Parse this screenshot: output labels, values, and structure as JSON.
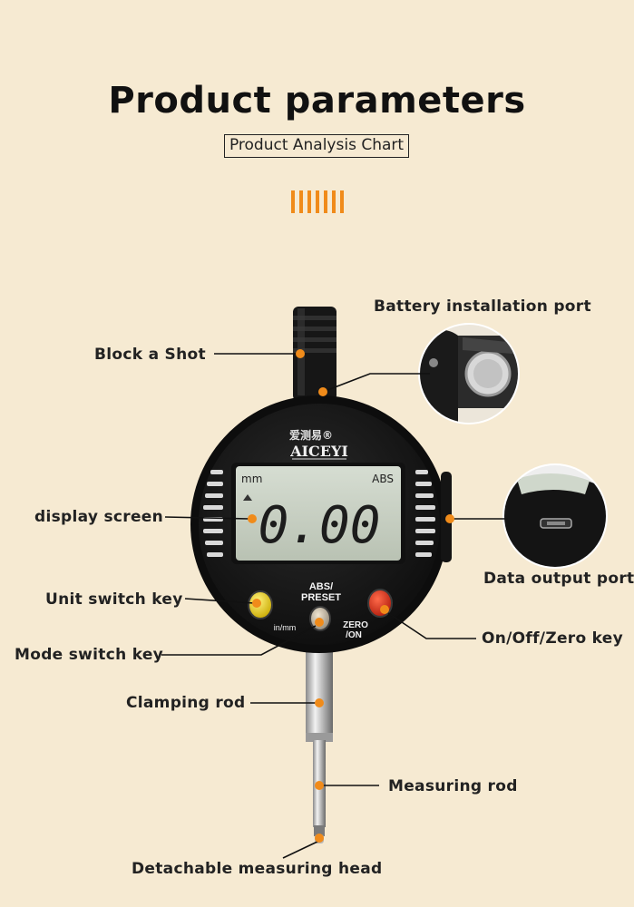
{
  "header": {
    "title": "Product parameters",
    "subtitle": "Product Analysis Chart"
  },
  "device": {
    "brand": "AICEYI",
    "brand_cn": "爱测易®",
    "display_value": "0.00",
    "unit_indicator": "mm",
    "mode_indicator": "ABS",
    "abs_preset_label_1": "ABS/",
    "abs_preset_label_2": "PRESET",
    "in_mm_label": "in/mm",
    "zero_on_label_1": "ZERO",
    "zero_on_label_2": "/ON"
  },
  "labels": {
    "battery_port": "Battery installation port",
    "block_shot": "Block a Shot",
    "display_screen": "display screen",
    "data_output_port": "Data output port",
    "unit_switch_key": "Unit switch key",
    "on_off_zero_key": "On/Off/Zero key",
    "mode_switch_key": "Mode switch key",
    "clamping_rod": "Clamping rod",
    "measuring_rod": "Measuring rod",
    "measuring_head": "Detachable measuring head"
  },
  "colors": {
    "background": "#f6ead2",
    "accent": "#f08b1a",
    "device_body": "#151515",
    "lcd": "#c9d2c4"
  }
}
